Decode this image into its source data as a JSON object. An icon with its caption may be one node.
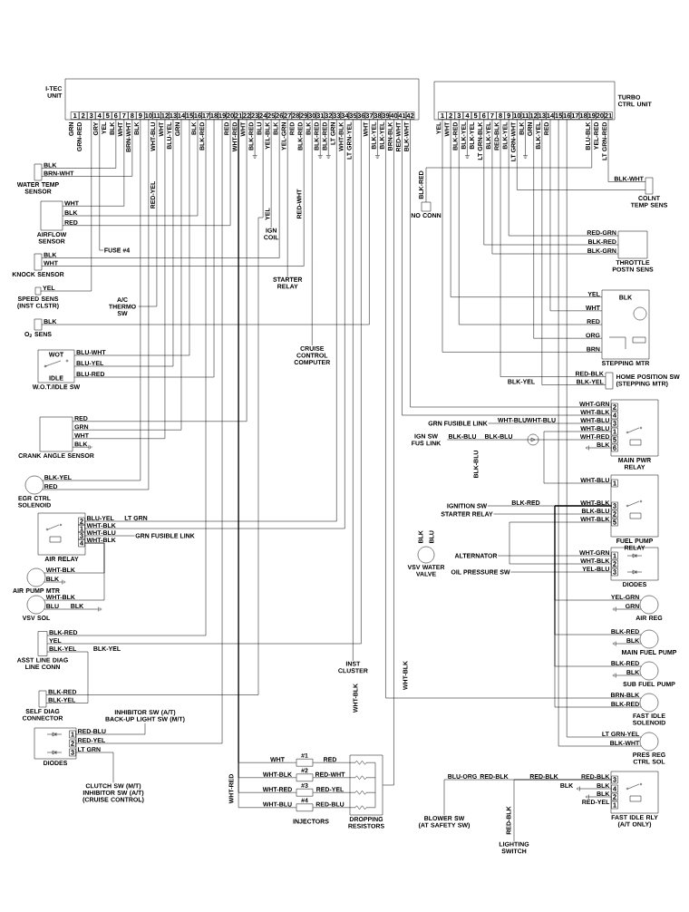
{
  "diagram": {
    "nodes": [
      {
        "text": [
          "I-TEC UNIT"
        ]
      },
      {
        "text": [
          "1"
        ],
        "in": 0,
        "beside": [
          "GRN"
        ]
      },
      {
        "text": [
          "2"
        ],
        "in": 0,
        "beside": [
          "GRN-RED"
        ]
      },
      {
        "text": [
          "3"
        ],
        "in": 0
      },
      {
        "text": [
          "4"
        ],
        "in": 0,
        "beside": [
          "GRY"
        ]
      },
      {
        "text": [
          "5"
        ],
        "in": 0,
        "beside": [
          "YEL"
        ]
      },
      {
        "text": [
          "6"
        ],
        "in": 0,
        "beside": [
          "BLK"
        ]
      },
      {
        "text": [
          "7"
        ],
        "in": 0,
        "beside": [
          "WHT"
        ]
      },
      {
        "text": [
          "8"
        ],
        "in": 0,
        "beside": [
          "BRN-WHT"
        ]
      },
      {
        "text": [
          "9"
        ],
        "in": 0,
        "beside": [
          "BLK"
        ]
      },
      {
        "text": [
          "10"
        ],
        "in": 0
      },
      {
        "text": [
          "11"
        ],
        "in": 0,
        "beside": [
          "WHT-BLU"
        ]
      },
      {
        "text": [
          "12"
        ],
        "in": 0,
        "beside": [
          "WHT"
        ]
      },
      {
        "text": [
          "13"
        ],
        "in": 0,
        "beside": [
          "BLU-YEL"
        ]
      },
      {
        "text": [
          "14"
        ],
        "in": 0,
        "beside": [
          "GRN"
        ]
      },
      {
        "text": [
          "15"
        ],
        "in": 0
      },
      {
        "text": [
          "16"
        ],
        "in": 0,
        "beside": [
          "BLK"
        ]
      },
      {
        "text": [
          "17"
        ],
        "in": 0,
        "beside": [
          "BLK-RED"
        ]
      },
      {
        "text": [
          "18"
        ],
        "in": 0
      },
      {
        "text": [
          "19"
        ],
        "in": 0
      },
      {
        "text": [
          "20"
        ],
        "in": 0,
        "beside": [
          "RED"
        ]
      },
      {
        "text": [
          "21"
        ],
        "in": 0,
        "beside": [
          "WHT-RED"
        ]
      },
      {
        "text": [
          "22"
        ],
        "in": 0,
        "beside": [
          "WHT"
        ]
      },
      {
        "text": [
          "23"
        ],
        "in": 0,
        "beside": [
          "BLK-RED"
        ]
      },
      {
        "text": [
          "24"
        ],
        "in": 0,
        "beside": [
          "BLU"
        ]
      },
      {
        "text": [
          "25"
        ],
        "in": 0,
        "beside": [
          "YEL-BLK"
        ]
      },
      {
        "text": [
          "26"
        ],
        "in": 0,
        "beside": [
          "BLK"
        ]
      },
      {
        "text": [
          "27"
        ],
        "in": 0,
        "beside": [
          "YEL-GRN"
        ]
      },
      {
        "text": [
          "28"
        ],
        "in": 0,
        "beside": [
          "RED"
        ]
      },
      {
        "text": [
          "29"
        ],
        "in": 0,
        "beside": [
          "BLK-RED"
        ]
      },
      {
        "text": [
          "30"
        ],
        "in": 0,
        "beside": [
          "BLK"
        ]
      },
      {
        "text": [
          "31"
        ],
        "in": 0,
        "beside": [
          "BLK-RED"
        ]
      },
      {
        "text": [
          "32"
        ],
        "in": 0,
        "beside": [
          "BLK-RED"
        ]
      },
      {
        "text": [
          "33"
        ],
        "in": 0,
        "beside": [
          "LT GRN"
        ]
      },
      {
        "text": [
          "34"
        ],
        "in": 0,
        "beside": [
          "WHT-BLK"
        ]
      },
      {
        "text": [
          "35"
        ],
        "in": 0,
        "beside": [
          "LT GRN-YEL"
        ]
      },
      {
        "text": [
          "36"
        ],
        "in": 0
      },
      {
        "text": [
          "37"
        ],
        "in": 0,
        "beside": [
          "WHT"
        ]
      },
      {
        "text": [
          "38"
        ],
        "in": 0,
        "beside": [
          "BLK-YEL"
        ]
      },
      {
        "text": [
          "39"
        ],
        "in": 0,
        "beside": [
          "BLK-YEL"
        ]
      },
      {
        "text": [
          "40"
        ],
        "in": 0,
        "beside": [
          "BRN-BLK"
        ]
      },
      {
        "text": [
          "41"
        ],
        "in": 0,
        "beside": [
          "RED-WHT"
        ]
      },
      {
        "text": [
          "42"
        ],
        "in": 0,
        "beside": [
          "BLK-WHT"
        ]
      },
      {
        "text": [
          "TURBO CTRL UNIT"
        ]
      },
      {
        "text": [
          "1"
        ],
        "in": 43,
        "beside": [
          "YEL"
        ]
      },
      {
        "text": [
          "2"
        ],
        "in": 43,
        "beside": [
          "WHT"
        ]
      },
      {
        "text": [
          "3"
        ],
        "in": 43,
        "beside": [
          "BLK-RED"
        ]
      },
      {
        "text": [
          "4"
        ],
        "in": 43,
        "beside": [
          "BLK-YEL"
        ]
      },
      {
        "text": [
          "5"
        ],
        "in": 43,
        "beside": [
          "BLK-YEL"
        ]
      },
      {
        "text": [
          "6"
        ],
        "in": 43,
        "beside": [
          "LT GRN-BLK"
        ]
      },
      {
        "text": [
          "7"
        ],
        "in": 43,
        "beside": [
          "BLK-YEL"
        ]
      },
      {
        "text": [
          "8"
        ],
        "in": 43,
        "beside": [
          "RED-BLK"
        ]
      },
      {
        "text": [
          "9"
        ],
        "in": 43,
        "beside": [
          "BLK-YEL"
        ]
      },
      {
        "text": [
          "10"
        ],
        "in": 43,
        "beside": [
          "LT GRN-WHT"
        ]
      },
      {
        "text": [
          "11"
        ],
        "in": 43,
        "beside": [
          "BLK"
        ]
      },
      {
        "text": [
          "12"
        ],
        "in": 43,
        "beside": [
          "GRN"
        ]
      },
      {
        "text": [
          "13"
        ],
        "in": 43,
        "beside": [
          "BLK-YEL"
        ]
      },
      {
        "text": [
          "14"
        ],
        "in": 43,
        "beside": [
          "RED"
        ]
      },
      {
        "text": [
          "15"
        ],
        "in": 43
      },
      {
        "text": [
          "16"
        ],
        "in": 43
      },
      {
        "text": [
          "17"
        ],
        "in": 43
      },
      {
        "text": [
          "18"
        ],
        "in": 43
      },
      {
        "text": [
          "19"
        ],
        "in": 43,
        "beside": [
          "BLU-BLK"
        ]
      },
      {
        "text": [
          "20"
        ],
        "in": 43,
        "beside": [
          "YEL-RED"
        ]
      },
      {
        "text": [
          "21"
        ],
        "in": 43,
        "beside": [
          "LT GRN-RED"
        ]
      },
      {
        "text": [
          "WATER TEMP SENSOR"
        ],
        "beside": [
          "BLK",
          "BRN-WHT"
        ]
      },
      {
        "text": [
          "AIRFLOW SENSOR"
        ],
        "beside": [
          "WHT",
          "BLK",
          "RED"
        ]
      },
      {
        "text": [
          "FUSE #4"
        ]
      },
      {
        "text": [
          "KNOCK SENSOR"
        ],
        "beside": [
          "BLK",
          "WHT"
        ]
      },
      {
        "text": [
          "SPEED SENS (INST CLSTR)"
        ],
        "beside": [
          "YEL"
        ]
      },
      {
        "text": [
          "O$_{2}$ SENS"
        ],
        "beside": [
          "BLK"
        ]
      },
      {
        "text": [
          "WOT",
          "IDLE",
          "W.O.T./IDLE SW"
        ],
        "beside": [
          "BLU-WHT",
          "BLU-YEL",
          "BLU-RED"
        ]
      },
      {
        "text": [
          "CRANK ANGLE SENSOR"
        ],
        "beside": [
          "RED",
          "GRN",
          "WHT",
          "BLK"
        ]
      },
      {
        "text": [
          "EGR CTRL SOLENOID"
        ],
        "beside": [
          "BLK-YEL",
          "RED"
        ]
      },
      {
        "text": [
          "AIR RELAY"
        ]
      },
      {
        "text": [
          "2"
        ],
        "in": 74,
        "beside": [
          "BLU-YEL"
        ]
      },
      {
        "text": [
          "1"
        ],
        "in": 74,
        "beside": [
          "WHT-BLK"
        ]
      },
      {
        "text": [
          "3"
        ],
        "in": 74,
        "beside": [
          "WHT-BLU"
        ]
      },
      {
        "text": [
          "4"
        ],
        "in": 74,
        "beside": [
          "WHT-BLK"
        ]
      },
      {
        "text": [
          "AIR PUMP MTR"
        ],
        "beside": [
          "WHT-BLK",
          "BLK"
        ]
      },
      {
        "text": [
          "VSV SOL"
        ],
        "beside": [
          "WHT-BLK",
          "BLU"
        ]
      },
      {
        "text": [
          "ASST LINE DIAG LINE CONN"
        ],
        "beside": [
          "BLK-RED",
          "YEL",
          "BLK-YEL"
        ]
      },
      {
        "text": [
          "SELF DIAG CONNECTOR"
        ],
        "beside": [
          "BLK-RED",
          "BLK-YEL"
        ]
      },
      {
        "text": [
          "DIODES"
        ]
      },
      {
        "text": [
          "1"
        ],
        "in": 83,
        "beside": [
          "RED-BLU"
        ]
      },
      {
        "text": [
          "2"
        ],
        "in": 83,
        "beside": [
          "RED-YEL"
        ]
      },
      {
        "text": [
          "3"
        ],
        "in": 83,
        "beside": [
          "LT GRN"
        ]
      },
      {
        "text": [
          "INHIBITOR SW (A/T) BACK-UP LIGHT SW (M/T)"
        ]
      },
      {
        "text": [
          "CLUTCH SW (M/T) INHIBITOR SW (A/T) (CRUISE CONTROL)"
        ]
      },
      {
        "text": [
          "IGN COIL"
        ]
      },
      {
        "text": [
          "STARTER RELAY"
        ]
      },
      {
        "text": [
          "A/C THERMO SW"
        ]
      },
      {
        "text": [
          "CRUISE CONTROL COMPUTER"
        ]
      },
      {
        "text": [
          "INST CLUSTER"
        ]
      },
      {
        "text": [
          "#1"
        ]
      },
      {
        "text": [
          "#2"
        ]
      },
      {
        "text": [
          "#3"
        ]
      },
      {
        "text": [
          "#4"
        ]
      },
      {
        "text": [
          "DROPPING RESISTORS"
        ]
      },
      {
        "text": [
          "NO CONN"
        ]
      },
      {
        "text": [
          "COLNT TEMP SENS"
        ],
        "beside": [
          "BLK-WHT"
        ]
      },
      {
        "text": [
          "THROTTLE POSTN SENS"
        ],
        "beside": [
          "RED-GRN",
          "BLK-RED",
          "BLK-GRN"
        ]
      },
      {
        "text": [
          "STEPPING MTR"
        ],
        "beside": [
          "YEL",
          "WHT",
          "RED",
          "ORG",
          "BRN"
        ]
      },
      {
        "text": [
          "HOME POSITION SW (STEPPING MTR)"
        ],
        "beside": [
          "RED-BLK",
          "BLK-YEL"
        ]
      },
      {
        "text": [
          "MAIN PWR RELAY"
        ]
      },
      {
        "text": [
          "2"
        ],
        "in": 104,
        "beside": [
          "WHT-GRN"
        ]
      },
      {
        "text": [
          "4"
        ],
        "in": 104,
        "beside": [
          "WHT-BLK"
        ]
      },
      {
        "text": [
          "3"
        ],
        "in": 104,
        "beside": [
          "WHT-BLU"
        ]
      },
      {
        "text": [
          "1"
        ],
        "in": 104,
        "beside": [
          "WHT-BLU"
        ]
      },
      {
        "text": [
          "5"
        ],
        "in": 104,
        "beside": [
          "WHT-RED"
        ]
      },
      {
        "text": [
          "6"
        ],
        "in": 104,
        "beside": [
          "BLK"
        ]
      },
      {
        "text": [
          "GRN FUSIBLE LINK"
        ]
      },
      {
        "text": [
          "IGN SW FUS LINK"
        ]
      },
      {
        "text": [
          "FUEL PUMP RELAY"
        ]
      },
      {
        "text": [
          "1"
        ],
        "in": 113,
        "beside": [
          "WHT-BLU"
        ]
      },
      {
        "text": [
          "3"
        ],
        "in": 113,
        "beside": [
          "WHT-BLK"
        ]
      },
      {
        "text": [
          "2"
        ],
        "in": 113,
        "beside": [
          "BLK-BLU"
        ]
      },
      {
        "text": [
          "5"
        ],
        "in": 113,
        "beside": [
          "WHT-BLK"
        ]
      },
      {
        "text": [
          "IGNITION SW"
        ]
      },
      {
        "text": [
          "STARTER RELAY"
        ]
      },
      {
        "text": [
          "VSV WATER VALVE"
        ],
        "beside": [
          "BLK",
          "BLU"
        ]
      },
      {
        "text": [
          "ALTERNATOR"
        ]
      },
      {
        "text": [
          "OIL PRESSURE SW"
        ]
      },
      {
        "text": [
          "DIODES"
        ]
      },
      {
        "text": [
          "1"
        ],
        "in": 123,
        "beside": [
          "WHT-GRN"
        ]
      },
      {
        "text": [
          "2"
        ],
        "in": 123,
        "beside": [
          "WHT-BLK"
        ]
      },
      {
        "text": [
          "3"
        ],
        "in": 123,
        "beside": [
          "YEL-BLU"
        ]
      },
      {
        "text": [
          "AIR REG"
        ],
        "beside": [
          "YEL-GRN",
          "GRN"
        ]
      },
      {
        "text": [
          "MAIN FUEL PUMP"
        ],
        "beside": [
          "BLK-RED",
          "BLK"
        ]
      },
      {
        "text": [
          "SUB FUEL PUMP"
        ],
        "beside": [
          "BLK-RED",
          "BLK"
        ]
      },
      {
        "text": [
          "FAST IDLE SOLENOID"
        ],
        "beside": [
          "BRN-BLK",
          "BLK-RED"
        ]
      },
      {
        "text": [
          "PRES REG CTRL SOL"
        ],
        "beside": [
          "LT GRN-YEL",
          "BLK-WHT"
        ]
      },
      {
        "text": [
          "FAST IDLE RLY (A/T ONLY)"
        ]
      },
      {
        "text": [
          "3"
        ],
        "in": 132,
        "beside": [
          "RED-BLK"
        ]
      },
      {
        "text": [
          "4"
        ],
        "in": 132,
        "beside": [
          "BLK"
        ]
      },
      {
        "text": [
          "2"
        ],
        "in": 132,
        "beside": [
          "BLK"
        ]
      },
      {
        "text": [
          "1"
        ],
        "in": 132,
        "beside": [
          "RED-YEL"
        ]
      },
      {
        "text": [
          "BLOWER SW (AT SAFETY SW)"
        ]
      },
      {
        "text": [
          "LIGHTING SWITCH"
        ]
      },
      {
        "text": [
          "GRN FUSIBLE LINK"
        ]
      }
    ],
    "edges": [
      {
        "from": 65,
        "to": 6,
        "arrow": "none"
      },
      {
        "from": 65,
        "to": 8,
        "arrow": "none"
      },
      {
        "from": 66,
        "to": 7,
        "arrow": "none"
      },
      {
        "from": 66,
        "to": 16,
        "arrow": "none"
      },
      {
        "from": 66,
        "to": 20,
        "arrow": "none"
      },
      {
        "from": 67,
        "to": 4,
        "arrow": "none"
      },
      {
        "from": 68,
        "to": 26,
        "arrow": "none"
      },
      {
        "from": 68,
        "to": 29,
        "arrow": "none"
      },
      {
        "from": 69,
        "to": 3,
        "arrow": "none"
      },
      {
        "from": 70,
        "to": 37,
        "arrow": "none"
      },
      {
        "from": 71,
        "to": 15,
        "arrow": "none"
      },
      {
        "from": 71,
        "to": 13,
        "arrow": "none"
      },
      {
        "from": 71,
        "to": 18,
        "arrow": "none"
      },
      {
        "from": 72,
        "to": 22,
        "arrow": "none"
      },
      {
        "from": 72,
        "to": 14,
        "arrow": "none"
      },
      {
        "from": 72,
        "to": 12,
        "arrow": "none"
      },
      {
        "from": 73,
        "to": 9,
        "arrow": "none"
      },
      {
        "from": 73,
        "to": 10,
        "arrow": "none"
      },
      {
        "from": 75,
        "to": 33,
        "arrow": "none"
      },
      {
        "from": 76,
        "to": 34,
        "arrow": "none"
      },
      {
        "from": 77,
        "to": 139,
        "arrow": "none"
      },
      {
        "from": 78,
        "to": 79,
        "arrow": "none"
      },
      {
        "from": 78,
        "to": 80,
        "arrow": "none"
      },
      {
        "from": 81,
        "to": 17,
        "arrow": "none"
      },
      {
        "from": 81,
        "to": 36,
        "arrow": "none"
      },
      {
        "from": 81,
        "to": 82,
        "arrow": "none"
      },
      {
        "from": 82,
        "to": 24,
        "arrow": "none"
      },
      {
        "from": 84,
        "to": 87,
        "arrow": "none"
      },
      {
        "from": 85,
        "to": 19,
        "arrow": "none"
      },
      {
        "from": 86,
        "to": 88,
        "arrow": "none"
      },
      {
        "from": 89,
        "to": 25,
        "arrow": "none"
      },
      {
        "from": 90,
        "to": 27,
        "arrow": "none"
      },
      {
        "from": 91,
        "to": 11,
        "arrow": "none"
      },
      {
        "from": 92,
        "to": 30,
        "arrow": "none"
      },
      {
        "from": 93,
        "to": 35,
        "arrow": "none"
      },
      {
        "from": 94,
        "to": 21,
        "arrow": "none"
      },
      {
        "from": 95,
        "to": 21,
        "arrow": "none"
      },
      {
        "from": 96,
        "to": 21,
        "arrow": "none"
      },
      {
        "from": 97,
        "to": 21,
        "arrow": "none"
      },
      {
        "from": 94,
        "to": 98,
        "arrow": "none"
      },
      {
        "from": 95,
        "to": 98,
        "arrow": "none"
      },
      {
        "from": 96,
        "to": 98,
        "arrow": "none"
      },
      {
        "from": 97,
        "to": 98,
        "arrow": "none"
      },
      {
        "from": 98,
        "to": 40,
        "arrow": "none"
      },
      {
        "from": 99,
        "to": 62,
        "arrow": "none"
      },
      {
        "from": 100,
        "to": 64,
        "arrow": "none"
      },
      {
        "from": 100,
        "to": 53,
        "arrow": "none"
      },
      {
        "from": 101,
        "to": 52,
        "arrow": "none"
      },
      {
        "from": 101,
        "to": 49,
        "arrow": "none"
      },
      {
        "from": 101,
        "to": 50,
        "arrow": "none"
      },
      {
        "from": 102,
        "to": 45,
        "arrow": "none"
      },
      {
        "from": 102,
        "to": 57,
        "arrow": "none"
      },
      {
        "from": 102,
        "to": 46,
        "arrow": "none"
      },
      {
        "from": 102,
        "to": 55,
        "arrow": "none"
      },
      {
        "from": 102,
        "to": 44,
        "arrow": "none"
      },
      {
        "from": 103,
        "to": 51,
        "arrow": "none"
      },
      {
        "from": 103,
        "to": 56,
        "arrow": "none"
      },
      {
        "from": 105,
        "to": 42,
        "arrow": "none"
      },
      {
        "from": 106,
        "to": 41,
        "arrow": "none"
      },
      {
        "from": 107,
        "to": 111,
        "arrow": "none"
      },
      {
        "from": 108,
        "to": 114,
        "arrow": "none"
      },
      {
        "from": 109,
        "to": 112,
        "arrow": "none"
      },
      {
        "from": 115,
        "to": 118,
        "arrow": "none"
      },
      {
        "from": 116,
        "to": 119,
        "arrow": "none"
      },
      {
        "from": 117,
        "to": 125,
        "arrow": "none"
      },
      {
        "from": 121,
        "to": 124,
        "arrow": "none"
      },
      {
        "from": 122,
        "to": 126,
        "arrow": "none"
      },
      {
        "from": 115,
        "to": 127,
        "arrow": "none"
      },
      {
        "from": 115,
        "to": 128,
        "arrow": "none"
      },
      {
        "from": 115,
        "to": 129,
        "arrow": "none"
      },
      {
        "from": 115,
        "to": 130,
        "arrow": "none"
      },
      {
        "from": 130,
        "to": 39,
        "arrow": "none"
      },
      {
        "from": 131,
        "to": 59,
        "arrow": "none"
      },
      {
        "from": 131,
        "to": 58,
        "arrow": "none"
      },
      {
        "from": 133,
        "to": 137,
        "arrow": "none"
      },
      {
        "from": 133,
        "to": 138,
        "arrow": "none"
      }
    ],
    "labels": [
      "RED-YEL",
      "YEL",
      "RED-WHT",
      "BLK-RED",
      "BLK",
      "BLK-YEL",
      "LT GRN",
      "BLK-YEL",
      "WHT-BLK",
      "WHT-BLK",
      "WHT-RED",
      "INJECTORS",
      "WHT",
      "WHT-BLK",
      "WHT-RED",
      "WHT-BLU",
      "RED",
      "RED-WHT",
      "RED-YEL",
      "RED-BLU",
      "WHT-BLU",
      "WHT-BLU",
      "BLK-BLU",
      "BLK-BLU",
      "BLK-BLU",
      "BLK-RED",
      "BLU-ORG",
      "RED-BLK",
      "RED-BLK",
      "RED-BLK",
      "BLK",
      "BLK"
    ]
  }
}
